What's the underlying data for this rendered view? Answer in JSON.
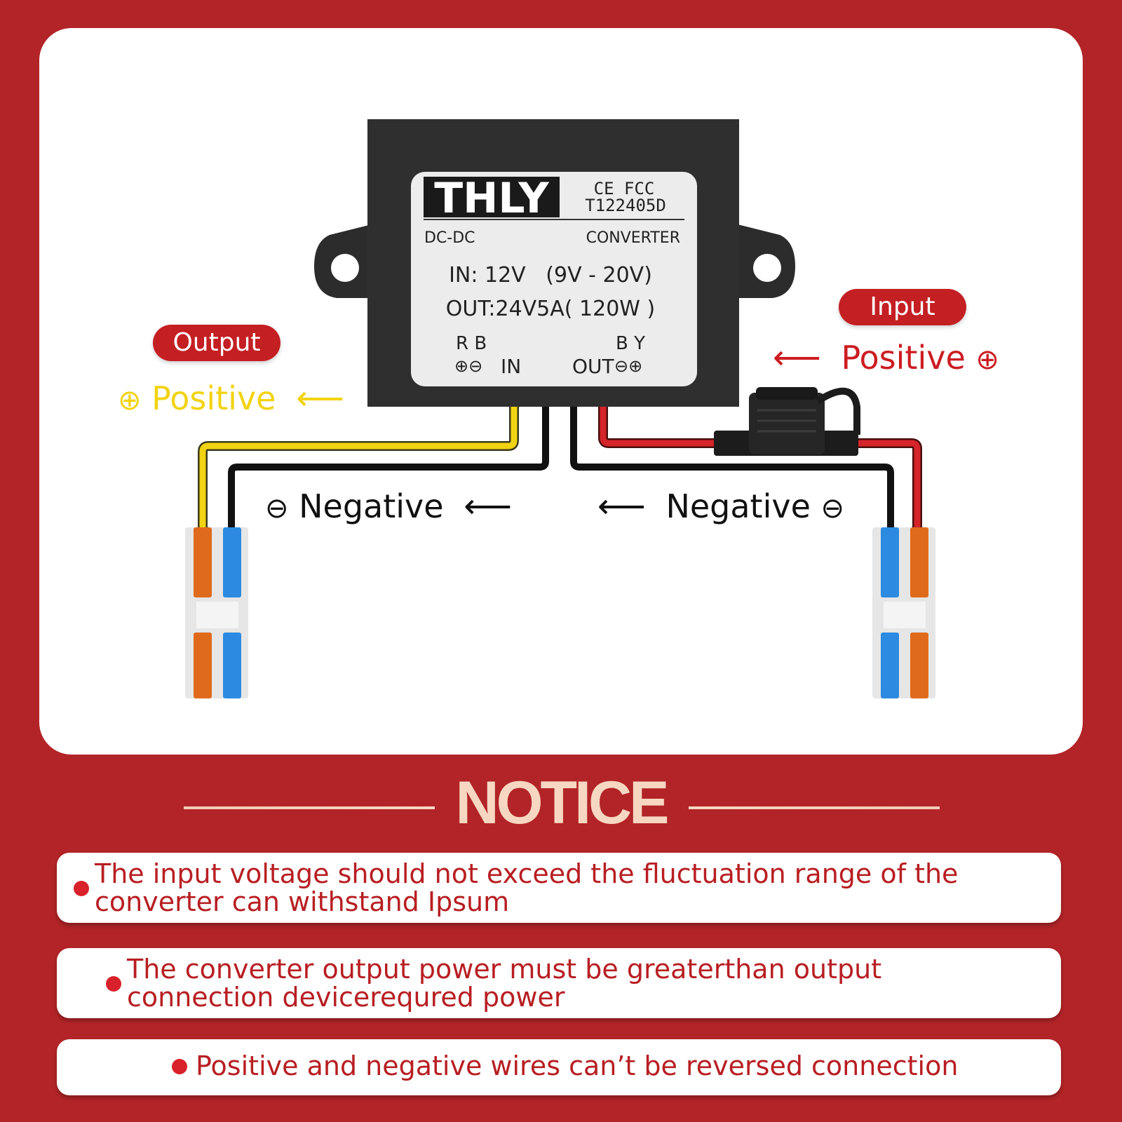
{
  "device": {
    "brand": "THLY",
    "certs": "CE  FCC",
    "model": "T122405D",
    "type_left": "DC-DC",
    "type_right": "CONVERTER",
    "input_spec": "IN: 12V   (9V - 20V)",
    "output_spec": "OUT:24V5A( 120W )",
    "terminal_left_colors": "R B",
    "terminal_left_polarity": "⊕⊖",
    "terminal_left_io": "IN",
    "terminal_right_colors": "B Y",
    "terminal_right_io": "OUT",
    "terminal_right_polarity": "⊖⊕"
  },
  "labels": {
    "output_pill": "Output",
    "input_pill": "Input",
    "positive_symbol": "⊕",
    "negative_symbol": "⊖",
    "positive": "Positive",
    "negative": "Negative",
    "left_arrow": "⟵"
  },
  "notice": {
    "title": "NOTICE",
    "items": [
      "The input voltage should not exceed the fluctuation range of the converter can withstand Ipsum",
      "The converter output power must be greaterthan output connection devicerequred power",
      "Positive and negative wires can’t be reversed connection"
    ]
  },
  "colors": {
    "background": "#b22427",
    "positive_output_wire": "#f2d312",
    "positive_input_wire": "#cc1d22",
    "negative_wire": "#111111",
    "notice_title": "#f7d7c2"
  }
}
